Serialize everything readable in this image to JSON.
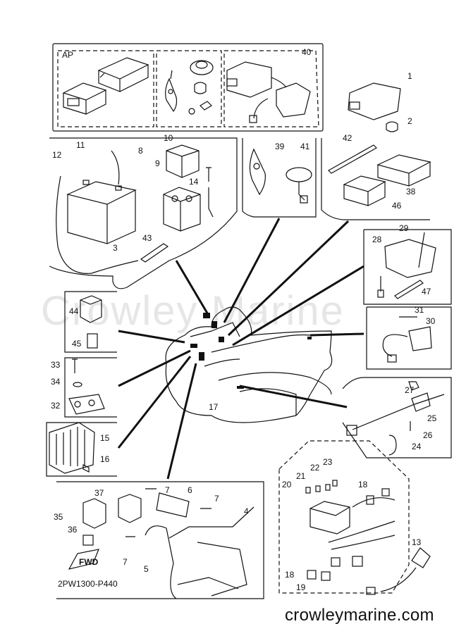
{
  "diagram": {
    "kit_label": "AP",
    "part_code": "2PW1300-P440",
    "watermark": "Crowley Marine",
    "website": "crowleymarine.com",
    "fwd_label": "FWD",
    "callouts": {
      "c1": "1",
      "c2": "2",
      "c3": "3",
      "c4": "4",
      "c5": "5",
      "c6": "6",
      "c7a": "7",
      "c7b": "7",
      "c7c": "7",
      "c8": "8",
      "c9": "9",
      "c10": "10",
      "c11": "11",
      "c12": "12",
      "c13": "13",
      "c14": "14",
      "c15": "15",
      "c16": "16",
      "c17": "17",
      "c18a": "18",
      "c18b": "18",
      "c19": "19",
      "c20": "20",
      "c21": "21",
      "c22": "22",
      "c23": "23",
      "c24": "24",
      "c25": "25",
      "c26": "26",
      "c27": "27",
      "c28": "28",
      "c29": "29",
      "c30": "30",
      "c31": "31",
      "c32": "32",
      "c33": "33",
      "c34": "34",
      "c35": "35",
      "c36": "36",
      "c37": "37",
      "c38": "38",
      "c39": "39",
      "c40": "40",
      "c41": "41",
      "c42": "42",
      "c43": "43",
      "c44": "44",
      "c45": "45",
      "c46": "46",
      "c47": "47"
    }
  }
}
